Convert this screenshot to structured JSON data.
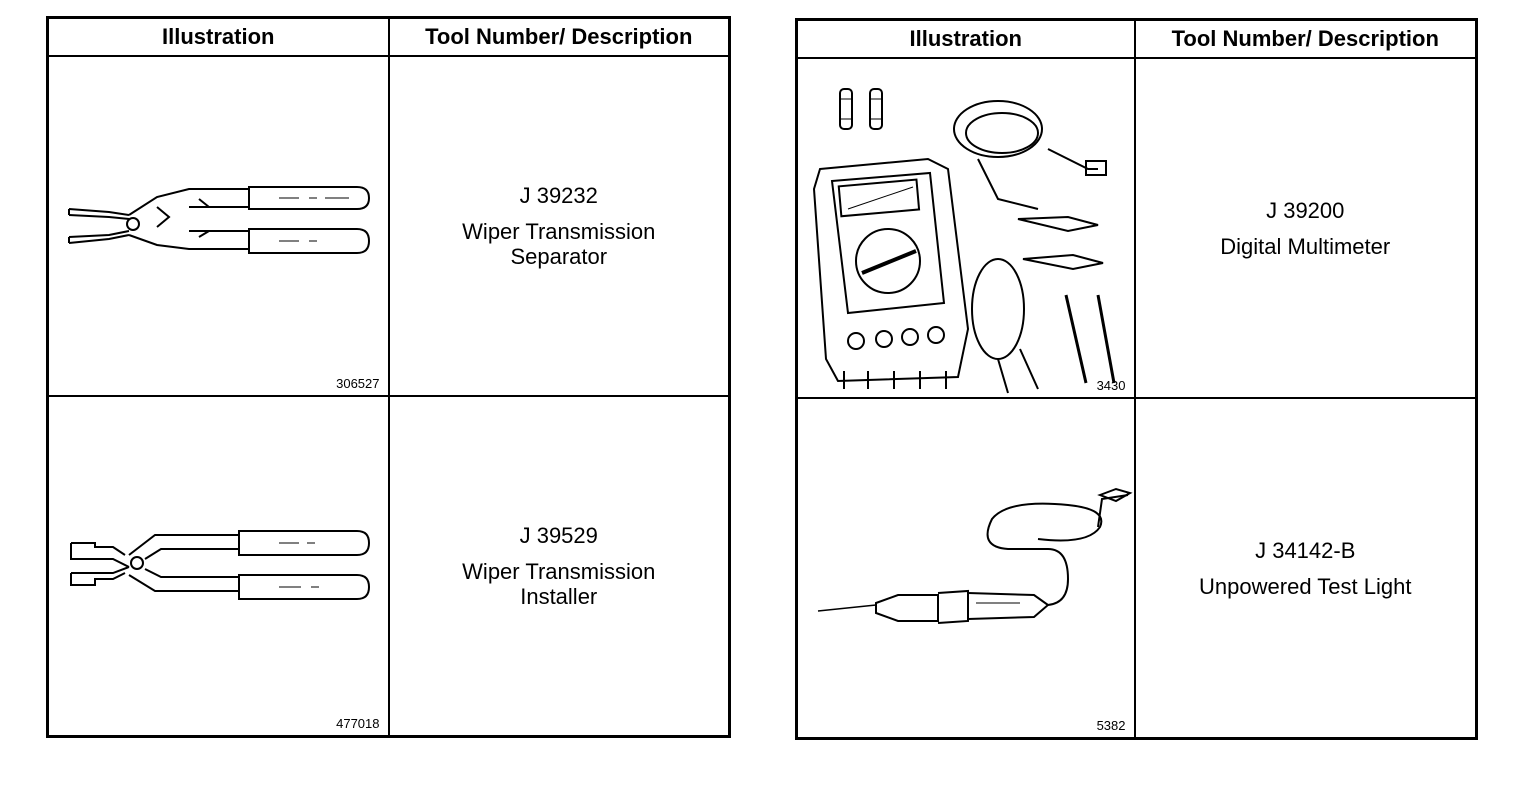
{
  "tables": [
    {
      "headers": {
        "illustration": "Illustration",
        "tool": "Tool Number/ Description"
      },
      "rows": [
        {
          "fig": "306527",
          "icon": "pliers-separator-icon",
          "number": "J 39232",
          "desc": "Wiper Transmission\nSeparator"
        },
        {
          "fig": "477018",
          "icon": "pliers-installer-icon",
          "number": "J 39529",
          "desc": "Wiper Transmission\nInstaller"
        }
      ]
    },
    {
      "headers": {
        "illustration": "Illustration",
        "tool": "Tool Number/ Description"
      },
      "rows": [
        {
          "fig": "3430",
          "icon": "digital-multimeter-icon",
          "number": "J 39200",
          "desc": "Digital Multimeter"
        },
        {
          "fig": "5382",
          "icon": "test-light-icon",
          "number": "J 34142-B",
          "desc": "Unpowered Test Light"
        }
      ]
    }
  ]
}
